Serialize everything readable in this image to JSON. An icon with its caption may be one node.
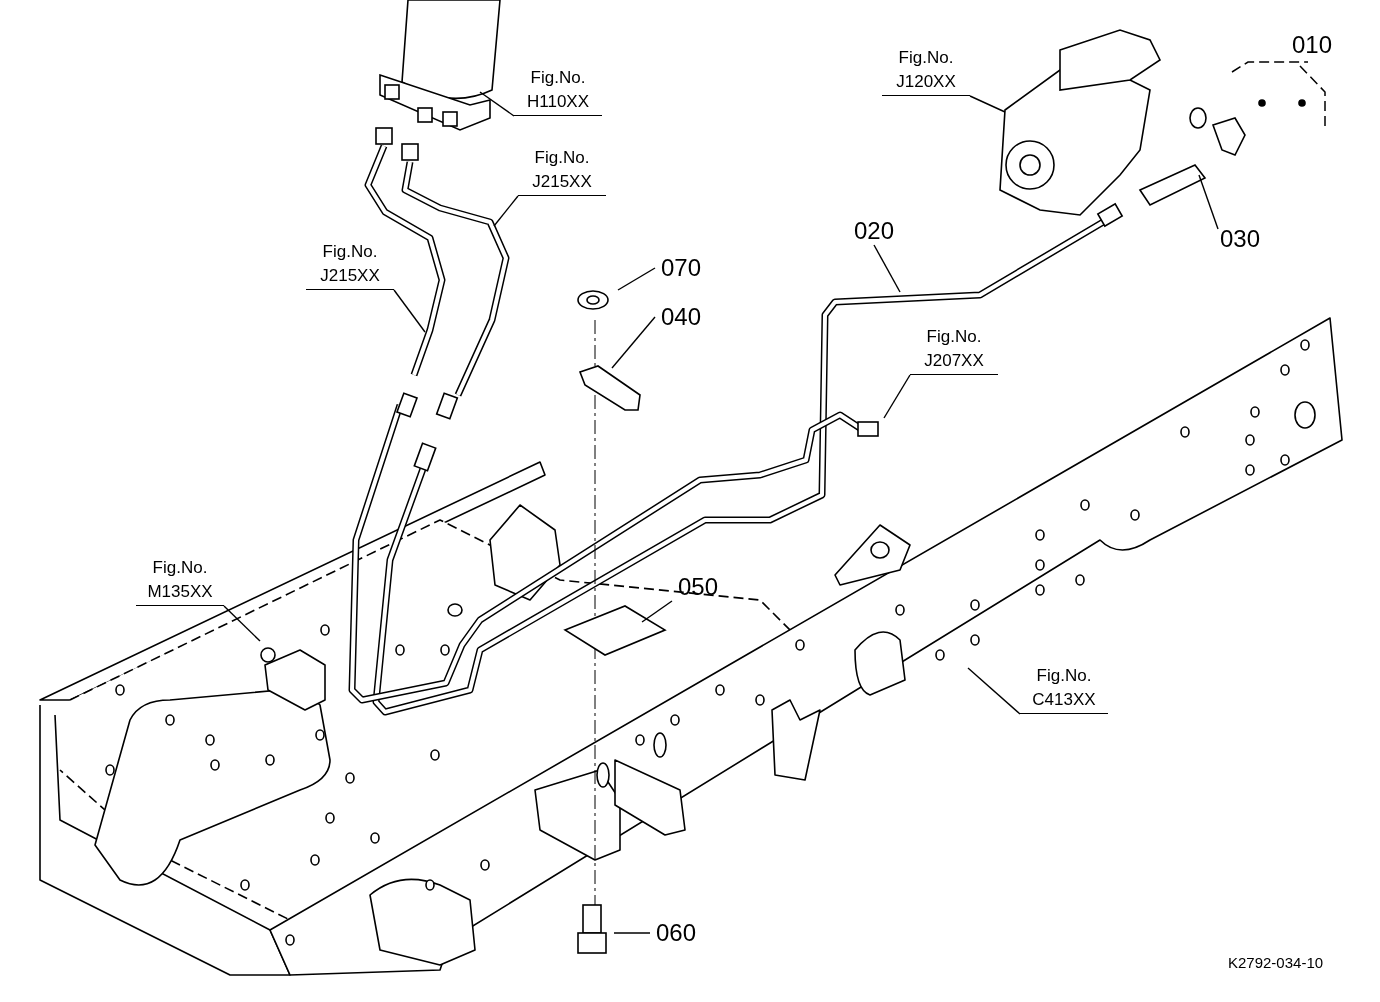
{
  "diagram": {
    "nodes": [
      {
        "text": [
          "Fig.No.",
          "H110XX"
        ]
      },
      {
        "text": [
          "Fig.No.",
          "J215XX"
        ]
      },
      {
        "text": [
          "Fig.No.",
          "J215XX"
        ]
      },
      {
        "text": [
          "070"
        ]
      },
      {
        "text": [
          "040"
        ]
      },
      {
        "text": [
          "020"
        ]
      },
      {
        "text": [
          "Fig.No.",
          "J120XX"
        ]
      },
      {
        "text": [
          "010"
        ]
      },
      {
        "text": [
          "030"
        ]
      },
      {
        "text": [
          "Fig.No.",
          "J207XX"
        ]
      },
      {
        "text": [
          "050"
        ]
      },
      {
        "text": [
          "Fig.No.",
          "M135XX"
        ]
      },
      {
        "text": [
          "Fig.No.",
          "C413XX"
        ]
      },
      {
        "text": [
          "060"
        ]
      },
      {
        "text": [],
        "shape": "picture"
      },
      {
        "text": [],
        "shape": "picture"
      }
    ],
    "edges": [
      {
        "from": 0,
        "to": null,
        "arrow": "none"
      },
      {
        "from": 1,
        "to": null,
        "arrow": "none"
      },
      {
        "from": 2,
        "to": null,
        "arrow": "none"
      },
      {
        "from": 3,
        "to": null,
        "arrow": "none"
      },
      {
        "from": 4,
        "to": null,
        "arrow": "none"
      },
      {
        "from": 5,
        "to": null,
        "arrow": "none"
      },
      {
        "from": 6,
        "to": 14,
        "arrow": "none"
      },
      {
        "from": 8,
        "to": 15,
        "arrow": "none"
      },
      {
        "from": 9,
        "to": null,
        "arrow": "none"
      },
      {
        "from": 10,
        "to": null,
        "arrow": "none"
      },
      {
        "from": 11,
        "to": null,
        "arrow": "none"
      },
      {
        "from": 12,
        "to": null,
        "arrow": "none"
      },
      {
        "from": 13,
        "to": null,
        "arrow": "none"
      }
    ],
    "labels": [
      "K2792-034-10"
    ]
  }
}
